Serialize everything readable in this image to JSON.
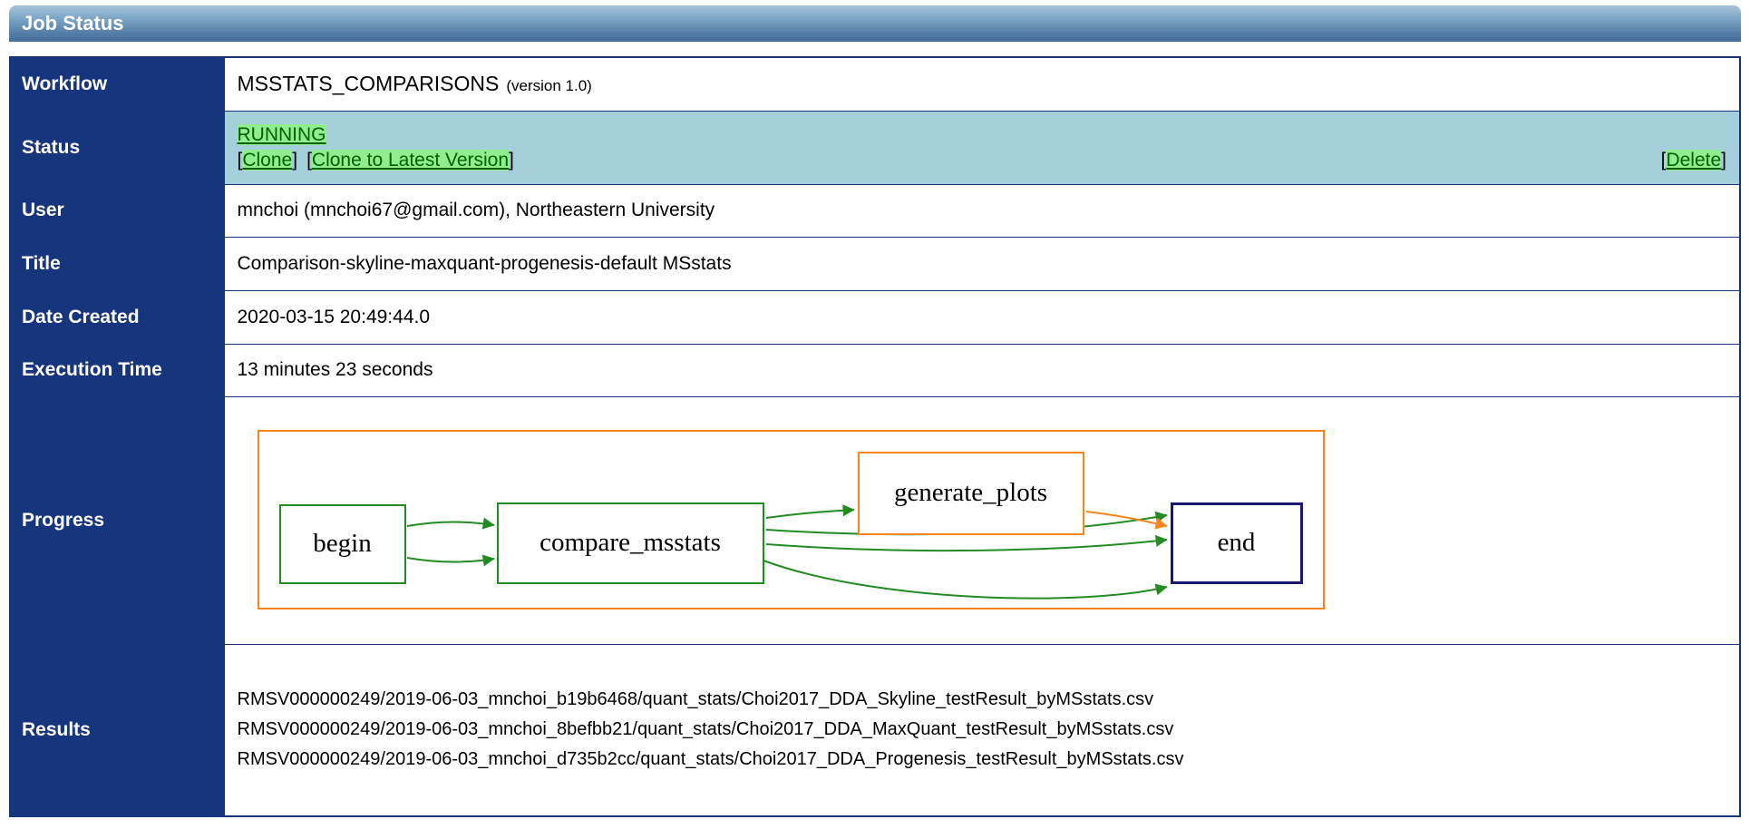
{
  "header": {
    "title": "Job Status"
  },
  "punct": {
    "lbracket": "[",
    "rbracket": "]"
  },
  "colors": {
    "header_gradient_top": "#a6c3da",
    "header_gradient_bottom": "#446f9b",
    "table_navy": "#17357d",
    "status_row_bg": "#a6cfdc",
    "link_green_text": "#005f00",
    "link_green_bg": "#90ee90",
    "diagram_green": "#228B22",
    "diagram_orange": "#f5861f",
    "diagram_end_navy": "#191970"
  },
  "rows": {
    "workflow": {
      "label": "Workflow",
      "name": "MSSTATS_COMPARISONS",
      "version": "(version 1.0)"
    },
    "status": {
      "label": "Status",
      "state": "RUNNING",
      "clone": "Clone",
      "clone_latest": "Clone to Latest Version",
      "delete": "Delete"
    },
    "user": {
      "label": "User",
      "value": "mnchoi (mnchoi67@gmail.com), Northeastern University"
    },
    "title": {
      "label": "Title",
      "value": "Comparison-skyline-maxquant-progenesis-default MSstats"
    },
    "date_created": {
      "label": "Date Created",
      "value": "2020-03-15 20:49:44.0"
    },
    "execution_time": {
      "label": "Execution Time",
      "value": "13 minutes 23 seconds"
    },
    "progress": {
      "label": "Progress",
      "nodes": {
        "begin": "begin",
        "compare": "compare_msstats",
        "plots": "generate_plots",
        "end": "end"
      }
    },
    "results": {
      "label": "Results",
      "files": [
        "RMSV000000249/2019-06-03_mnchoi_b19b6468/quant_stats/Choi2017_DDA_Skyline_testResult_byMSstats.csv",
        "RMSV000000249/2019-06-03_mnchoi_8befbb21/quant_stats/Choi2017_DDA_MaxQuant_testResult_byMSstats.csv",
        "RMSV000000249/2019-06-03_mnchoi_d735b2cc/quant_stats/Choi2017_DDA_Progenesis_testResult_byMSstats.csv"
      ]
    }
  }
}
